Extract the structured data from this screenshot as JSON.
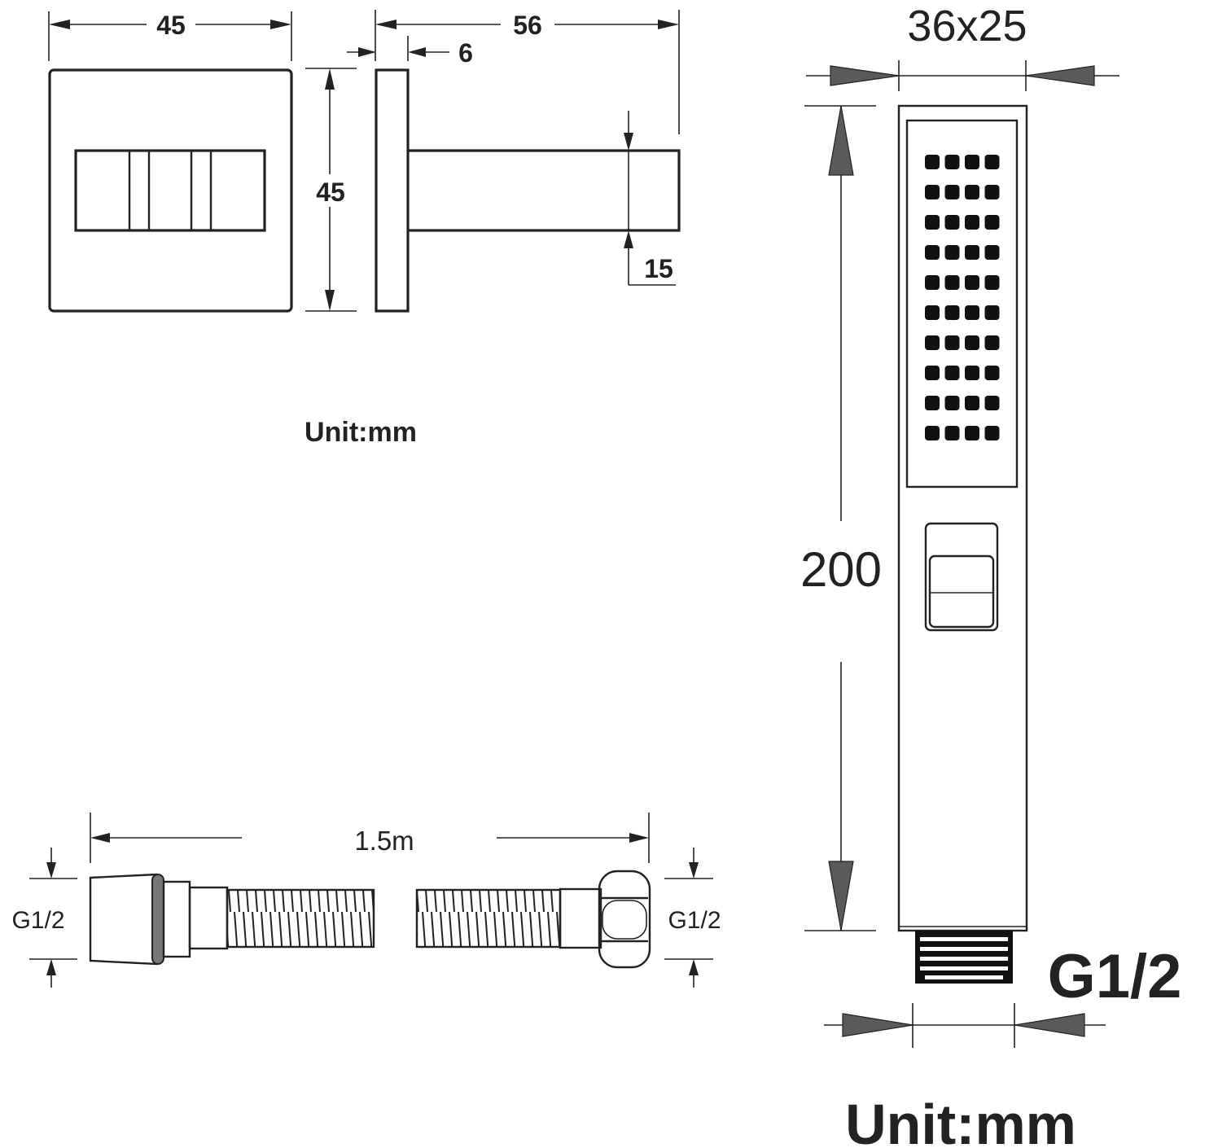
{
  "holder": {
    "width_label": "45",
    "height_label": "45",
    "length_label": "56",
    "plate_label": "6",
    "arm_label": "15",
    "unit_label": "Unit:mm"
  },
  "hose": {
    "length_label": "1.5m",
    "left_thread_label": "G1/2",
    "right_thread_label": "G1/2"
  },
  "handset": {
    "section_label": "36x25",
    "length_label": "200",
    "thread_label": "G1/2",
    "unit_label": "Unit:mm",
    "nozzle_rows": 10,
    "nozzle_cols": 4
  }
}
